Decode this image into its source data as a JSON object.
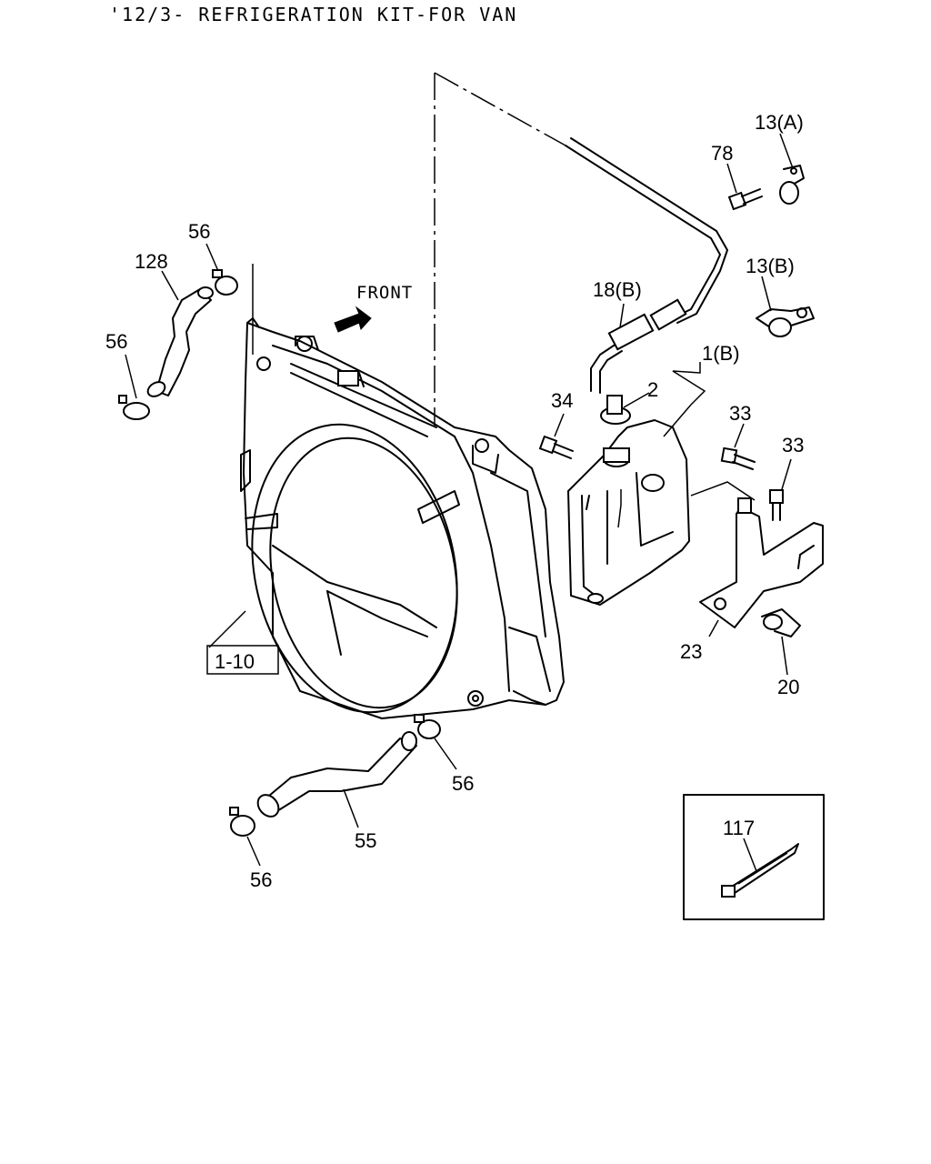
{
  "title": "'12/3- REFRIGERATION KIT-FOR VAN",
  "front_label": "FRONT",
  "callouts": {
    "c13a": "13(A)",
    "c78": "78",
    "c13b": "13(B)",
    "c18b": "18(B)",
    "c1b": "1(B)",
    "c2": "2",
    "c34": "34",
    "c33a": "33",
    "c33b": "33",
    "c23": "23",
    "c20": "20",
    "c56a": "56",
    "c128": "128",
    "c56b": "56",
    "c1_10": "1-10",
    "c56c": "56",
    "c55": "55",
    "c56d": "56",
    "c117": "117"
  }
}
